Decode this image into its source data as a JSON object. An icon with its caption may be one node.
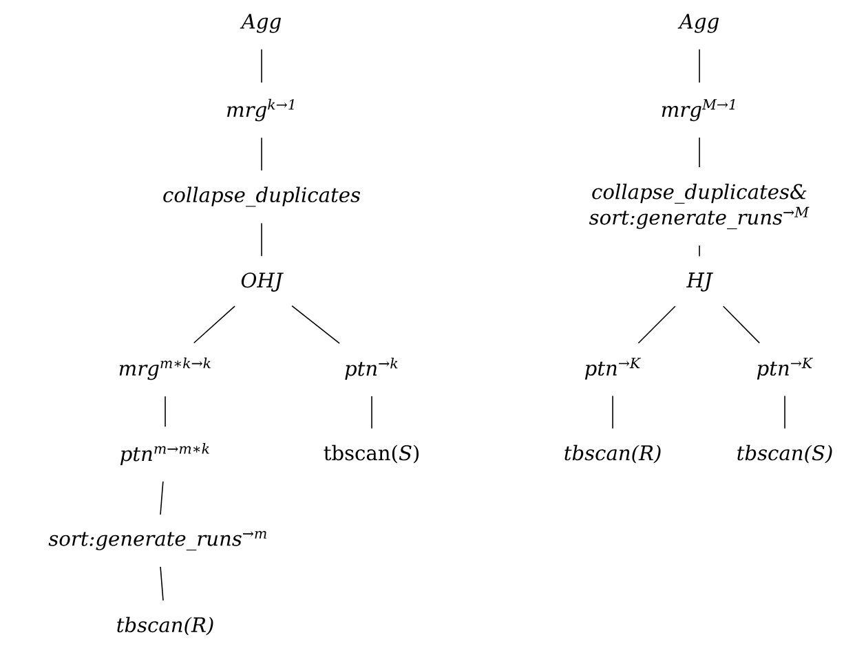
{
  "diagram": {
    "nodes": [
      {
        "text": [
          "Agg"
        ]
      },
      {
        "text": [
          "mrg$^{k→1}$"
        ]
      },
      {
        "text": [
          "collapse_duplicates"
        ]
      },
      {
        "text": [
          "OHJ"
        ]
      },
      {
        "text": [
          "mrg$^{m∗k→k}$"
        ]
      },
      {
        "text": [
          "ptn$^{→k}$"
        ]
      },
      {
        "text": [
          "ptn$^{m→m∗k}$"
        ]
      },
      {
        "text": [
          "tbscan(*S*)"
        ]
      },
      {
        "text": [
          "sort:generate_runs$^{→m}$"
        ]
      },
      {
        "text": [
          "tbscan(R)"
        ]
      },
      {
        "text": [
          "Agg"
        ]
      },
      {
        "text": [
          "mrg$^{M→1}$"
        ]
      },
      {
        "text": [
          "collapse_duplicates& sort:generate_runs$^{→M}$"
        ]
      },
      {
        "text": [
          "HJ"
        ]
      },
      {
        "text": [
          "ptn$^{→K}$"
        ]
      },
      {
        "text": [
          "ptn$^{→K}$"
        ]
      },
      {
        "text": [
          "tbscan(R)"
        ]
      },
      {
        "text": [
          "tbscan(S)"
        ]
      }
    ],
    "edges": [
      {
        "from": 0,
        "to": 1,
        "arrow": "none"
      },
      {
        "from": 1,
        "to": 2,
        "arrow": "none"
      },
      {
        "from": 2,
        "to": 3,
        "arrow": "none"
      },
      {
        "from": 3,
        "to": 4,
        "arrow": "none"
      },
      {
        "from": 3,
        "to": 5,
        "arrow": "none"
      },
      {
        "from": 4,
        "to": 6,
        "arrow": "none"
      },
      {
        "from": 6,
        "to": 8,
        "arrow": "none"
      },
      {
        "from": 8,
        "to": 9,
        "arrow": "none"
      },
      {
        "from": 5,
        "to": 7,
        "arrow": "none"
      },
      {
        "from": 10,
        "to": 11,
        "arrow": "none"
      },
      {
        "from": 11,
        "to": 12,
        "arrow": "none"
      },
      {
        "from": 12,
        "to": 13,
        "arrow": "none"
      },
      {
        "from": 13,
        "to": 14,
        "arrow": "none"
      },
      {
        "from": 13,
        "to": 15,
        "arrow": "none"
      },
      {
        "from": 14,
        "to": 16,
        "arrow": "none"
      },
      {
        "from": 15,
        "to": 17,
        "arrow": "none"
      }
    ]
  }
}
